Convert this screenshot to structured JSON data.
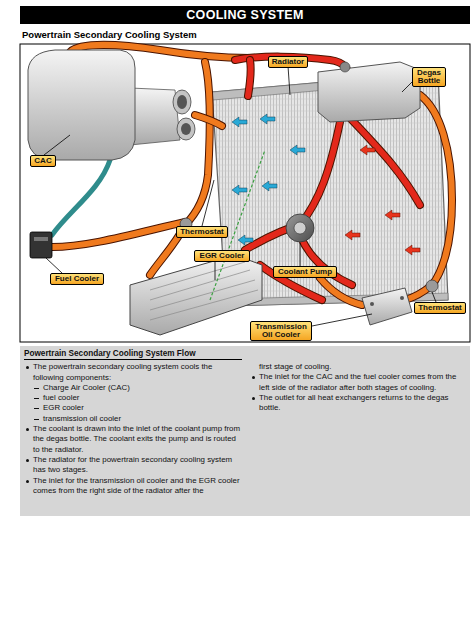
{
  "diagram": {
    "title": "COOLING SYSTEM",
    "nodes": [
      {
        "text": [
          "Radiator"
        ]
      },
      {
        "text": [
          "Degas Bottle"
        ]
      },
      {
        "text": [
          "CAC"
        ]
      },
      {
        "text": [
          "Thermostat"
        ]
      },
      {
        "text": [
          "EGR Cooler"
        ]
      },
      {
        "text": [
          "Coolant Pump"
        ]
      },
      {
        "text": [
          "Fuel Cooler"
        ]
      },
      {
        "text": [
          "Thermostat"
        ]
      },
      {
        "text": [
          "Transmission Oil Cooler"
        ]
      },
      {
        "text": [
          "Powertrain Secondary Cooling System Flow",
          "The powertrain secondary cooling system cools the following components:",
          "Charge Air Cooler (CAC)",
          "fuel cooler",
          "EGR cooler",
          "transmission oil cooler",
          "The coolant is drawn into the inlet of the coolant pump from the degas bottle. The coolant exits the pump and is routed to the radiator.",
          "The radiator for the powertrain secondary cooling system has two stages.",
          "The inlet for the transmission oil cooler and the EGR cooler comes from the right side of the radiator after the",
          "first stage of cooling.",
          "The inlet for the CAC and the fuel cooler comes from the left side of the radiator after both stages of cooling.",
          "The outlet for all heat exchangers returns to the degas bottle."
        ]
      }
    ],
    "labels": [
      "Powertrain Secondary Cooling System"
    ]
  }
}
